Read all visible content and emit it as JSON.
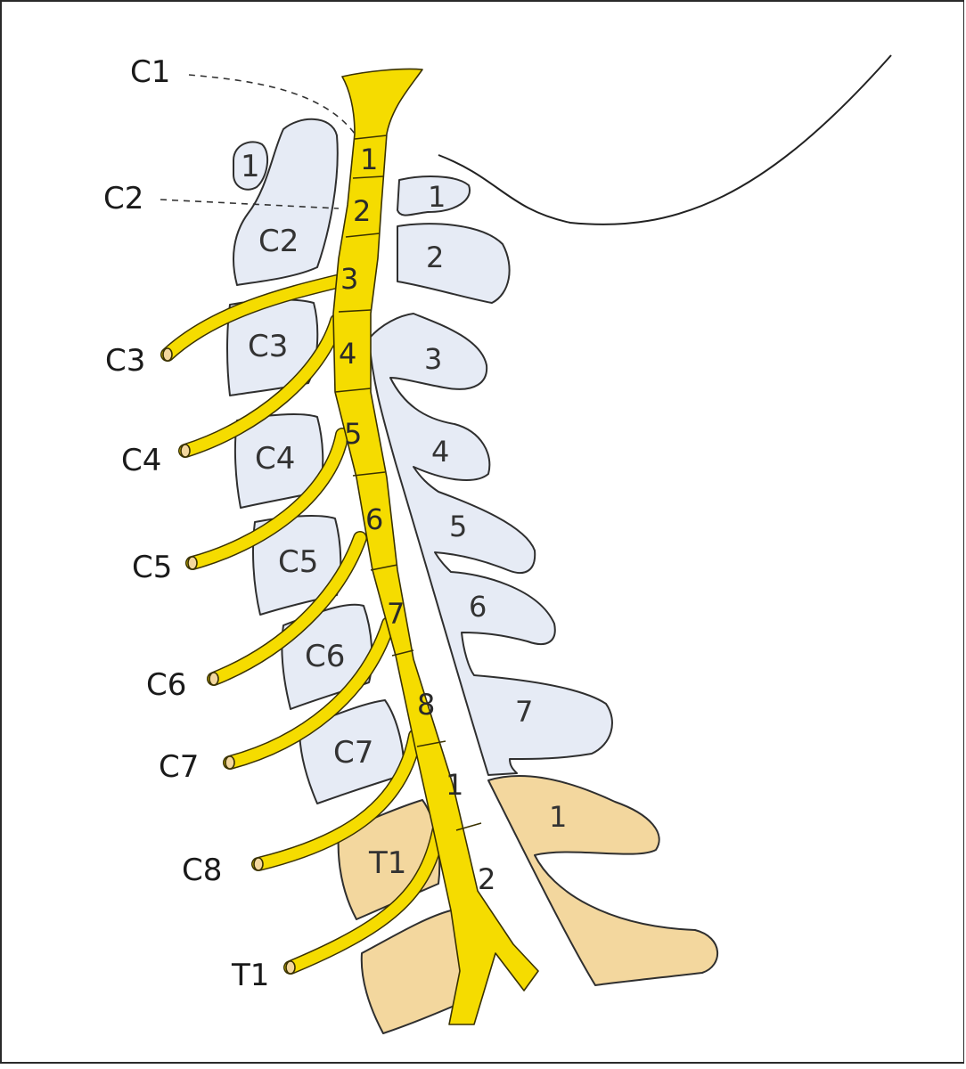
{
  "nerve_labels": [
    "C1",
    "C2",
    "C3",
    "C4",
    "C5",
    "C6",
    "C7",
    "C8",
    "T1"
  ],
  "vertebral_bodies": [
    "1",
    "C2",
    "C3",
    "C4",
    "C5",
    "C6",
    "C7",
    "T1"
  ],
  "spinal_segments": [
    "1",
    "2",
    "3",
    "4",
    "5",
    "6",
    "7",
    "8",
    "1",
    "2"
  ],
  "spinous_processes": [
    "1",
    "2",
    "3",
    "4",
    "5",
    "6",
    "7",
    "1"
  ],
  "colors": {
    "cervical_bone": "#e6ebf5",
    "thoracic_bone": "#f3d79e",
    "spinal_cord": "#f5dc00",
    "outline": "#2f2f2f"
  }
}
